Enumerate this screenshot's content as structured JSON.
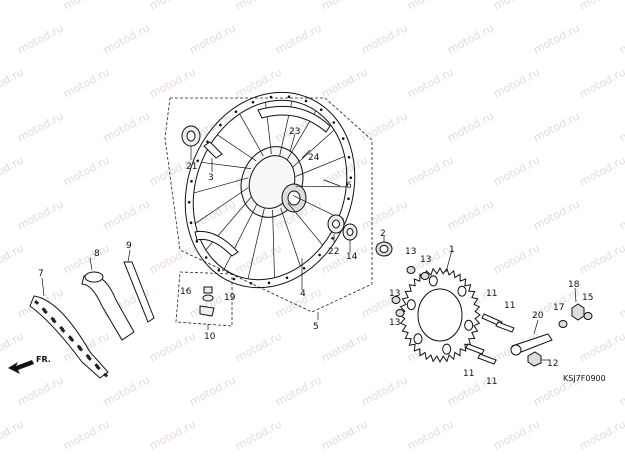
{
  "diagram": {
    "code": "KSJ7F0900",
    "front_label": "FR."
  },
  "watermark": "motod.ru",
  "callouts": [
    "23",
    "24",
    "21",
    "3",
    "6",
    "2",
    "13",
    "13",
    "1",
    "7",
    "8",
    "9",
    "22",
    "14",
    "4",
    "16",
    "19",
    "13",
    "13",
    "11",
    "11",
    "17",
    "18",
    "15",
    "20",
    "5",
    "10",
    "12",
    "11",
    "11"
  ]
}
